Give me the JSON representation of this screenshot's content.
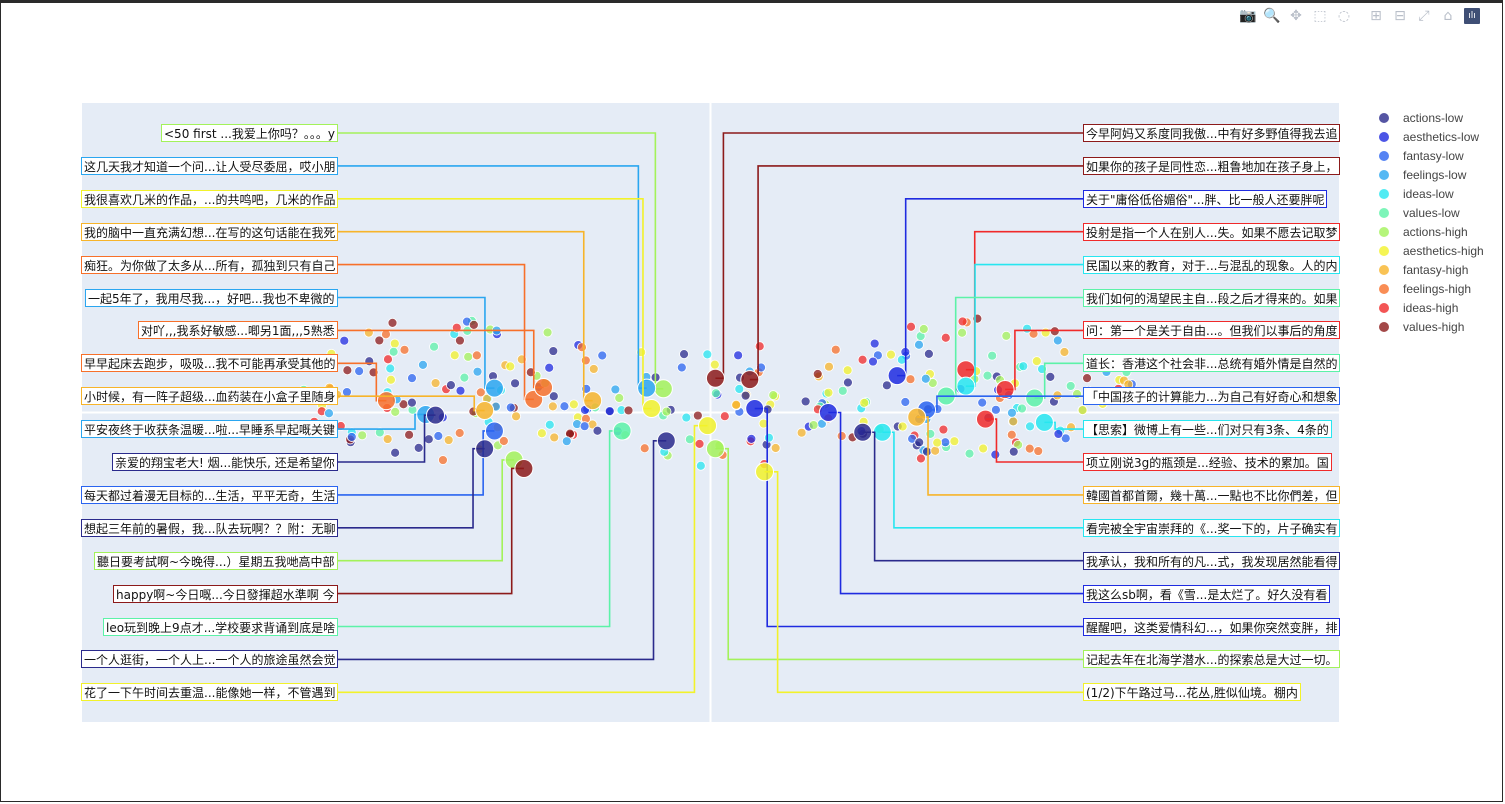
{
  "toolbar": [
    {
      "name": "camera-icon",
      "glyph": "📷"
    },
    {
      "name": "zoom-icon",
      "glyph": "🔍"
    },
    {
      "name": "pan-icon",
      "glyph": "✥"
    },
    {
      "name": "box-select-icon",
      "glyph": "⬚"
    },
    {
      "name": "lasso-select-icon",
      "glyph": "◌"
    },
    {
      "name": "zoom-in-icon",
      "glyph": "⊞"
    },
    {
      "name": "zoom-out-icon",
      "glyph": "⊟"
    },
    {
      "name": "autoscale-icon",
      "glyph": "⤢"
    },
    {
      "name": "reset-axes-icon",
      "glyph": "⌂"
    },
    {
      "name": "plotly-logo-icon",
      "glyph": "ılı"
    }
  ],
  "chart_data": {
    "type": "scatter",
    "xlim": [
      -6.4,
      6.4
    ],
    "ylim": [
      -4.7,
      4.7
    ],
    "grid": false,
    "zeroline": true,
    "legend_position": "right",
    "series": [
      {
        "name": "actions-low",
        "color": "#2a2a8c"
      },
      {
        "name": "aesthetics-low",
        "color": "#1f2be0"
      },
      {
        "name": "fantasy-low",
        "color": "#2a64f0"
      },
      {
        "name": "feelings-low",
        "color": "#2aa6f0"
      },
      {
        "name": "ideas-low",
        "color": "#27e6f0"
      },
      {
        "name": "values-low",
        "color": "#5cf2a8"
      },
      {
        "name": "actions-high",
        "color": "#a3f25a"
      },
      {
        "name": "aesthetics-high",
        "color": "#f2f22a"
      },
      {
        "name": "fantasy-high",
        "color": "#f7b42a"
      },
      {
        "name": "feelings-high",
        "color": "#f7702a"
      },
      {
        "name": "ideas-high",
        "color": "#f02a2a"
      },
      {
        "name": "values-high",
        "color": "#8c1a1a"
      }
    ],
    "annotations_left": [
      {
        "text": "<50 first ...我爱上你吗？。。。y",
        "series": 6,
        "ax": -0.48,
        "ay": 0.36
      },
      {
        "text": "这几天我才知道一个问...让人受尽委屈，哎小朋",
        "series": 3,
        "ax": -0.65,
        "ay": 0.37
      },
      {
        "text": "我很喜欢几米的作品，...的共鸣吧，几米的作品",
        "series": 7,
        "ax": -0.6,
        "ay": 0.06
      },
      {
        "text": "我的脑中一直充满幻想...在写的这句话能在我死",
        "series": 8,
        "ax": -1.2,
        "ay": 0.18
      },
      {
        "text": "痴狂。为你做了太多从...所有，孤独到只有自己",
        "series": 9,
        "ax": -1.8,
        "ay": 0.2
      },
      {
        "text": "一起5年了，我用尽我...，好吧...我也不卑微的",
        "series": 3,
        "ax": -2.2,
        "ay": 0.37
      },
      {
        "text": "对吖,,,我系好敏感...唧另1面,,,5熟悉",
        "series": 9,
        "ax": -1.7,
        "ay": 0.38
      },
      {
        "text": "早早起床去跑步，吸吸...我不可能再承受其他的",
        "series": 9,
        "ax": -3.3,
        "ay": 0.18
      },
      {
        "text": "小时候，有一阵子超级...血药装在小盒子里随身",
        "series": 8,
        "ax": -2.3,
        "ay": 0.03
      },
      {
        "text": "平安夜终于收获条温暖...啦...早睡系早起嘅关键",
        "series": 3,
        "ax": -2.9,
        "ay": -0.03
      },
      {
        "text": "亲爱的翔宝老大! 烟...能快乐, 还是希望你",
        "series": 0,
        "ax": -2.8,
        "ay": -0.04
      },
      {
        "text": "每天都过着漫无目标的...生活，平平无奇，生活",
        "series": 2,
        "ax": -2.2,
        "ay": -0.28
      },
      {
        "text": "想起三年前的暑假，我...队去玩啊？？附：无聊",
        "series": 0,
        "ax": -2.3,
        "ay": -0.55
      },
      {
        "text": "聽日要考試啊~今晚得...）星期五我哋高中部",
        "series": 6,
        "ax": -2.0,
        "ay": -0.72
      },
      {
        "text": "happy啊~今日嘅...今日發揮超水準啊 今",
        "series": 11,
        "ax": -1.9,
        "ay": -0.85
      },
      {
        "text": "leo玩到晚上9点才...学校要求背诵到底是啥",
        "series": 5,
        "ax": -0.9,
        "ay": -0.28
      },
      {
        "text": "一个人逛街，一个人上...一个人的旅途虽然会觉",
        "series": 0,
        "ax": -0.45,
        "ay": -0.43
      },
      {
        "text": "花了一下午时间去重温...能像她一样，不管遇到",
        "series": 7,
        "ax": -0.03,
        "ay": -0.2
      }
    ],
    "annotations_right": [
      {
        "text": "今早阿妈又系度同我傲...中有好多野值得我去追",
        "series": 11,
        "ax": 0.05,
        "ay": 0.52
      },
      {
        "text": "如果你的孩子是同性恋...粗鲁地加在孩子身上，",
        "series": 11,
        "ax": 0.4,
        "ay": 0.5
      },
      {
        "text": "关于\"庸俗低俗媚俗\"...胖、比一般人还要胖呢",
        "series": 1,
        "ax": 1.9,
        "ay": 0.56
      },
      {
        "text": "投射是指一个人在别人...失。如果不愿去记取梦",
        "series": 10,
        "ax": 2.6,
        "ay": 0.65
      },
      {
        "text": "民国以来的教育，对于...与混乱的现象。人的内",
        "series": 4,
        "ax": 2.6,
        "ay": 0.4
      },
      {
        "text": "我们如何的渴望民主自...段之后才得来的。如果",
        "series": 5,
        "ax": 2.4,
        "ay": 0.25
      },
      {
        "text": "问：第一个是关于自由...。但我们以事后的角度",
        "series": 10,
        "ax": 3.0,
        "ay": 0.35
      },
      {
        "text": "道长：香港这个社会非...总统有婚外情是自然的",
        "series": 5,
        "ax": 3.3,
        "ay": 0.22
      },
      {
        "text": "「中国孩子的计算能力...为自己有好奇心和想象",
        "series": 2,
        "ax": 2.2,
        "ay": 0.04
      },
      {
        "text": "【思索】微博上有一些...们对只有3条、4条的",
        "series": 4,
        "ax": 3.4,
        "ay": -0.15
      },
      {
        "text": "项立刚说3g的瓶颈是...经验、技术的累加。国",
        "series": 10,
        "ax": 2.8,
        "ay": -0.1
      },
      {
        "text": "韓國首都首爾，幾十萬...一點也不比你們差，但",
        "series": 8,
        "ax": 2.1,
        "ay": -0.07
      },
      {
        "text": "看完被全宇宙崇拜的《...奖一下的，片子确实有",
        "series": 4,
        "ax": 1.75,
        "ay": -0.3
      },
      {
        "text": "我承认，我和所有的凡...式，我发现居然能看得",
        "series": 0,
        "ax": 1.55,
        "ay": -0.3
      },
      {
        "text": "我这么sb啊，看《雪...是太烂了。好久没有看",
        "series": 1,
        "ax": 1.2,
        "ay": 0.0
      },
      {
        "text": "醒醒吧，这类爱情科幻...，如果你突然变胖，排",
        "series": 1,
        "ax": 0.45,
        "ay": 0.06
      },
      {
        "text": "记起去年在北海学潜水...的探索总是大过一切。",
        "series": 6,
        "ax": 0.05,
        "ay": -0.55
      },
      {
        "text": "(1/2)下午路过马...花丛,胜似仙境。棚内",
        "series": 7,
        "ax": 0.55,
        "ay": -0.9
      }
    ],
    "clusters": [
      {
        "cx": -2.6,
        "cy": 0.35,
        "w": 1.7,
        "h": 1.1,
        "n": 130
      },
      {
        "cx": 2.6,
        "cy": 0.35,
        "w": 1.7,
        "h": 1.1,
        "n": 130
      },
      {
        "cx": 0.0,
        "cy": 0.1,
        "w": 1.3,
        "h": 1.0,
        "n": 60
      }
    ]
  }
}
